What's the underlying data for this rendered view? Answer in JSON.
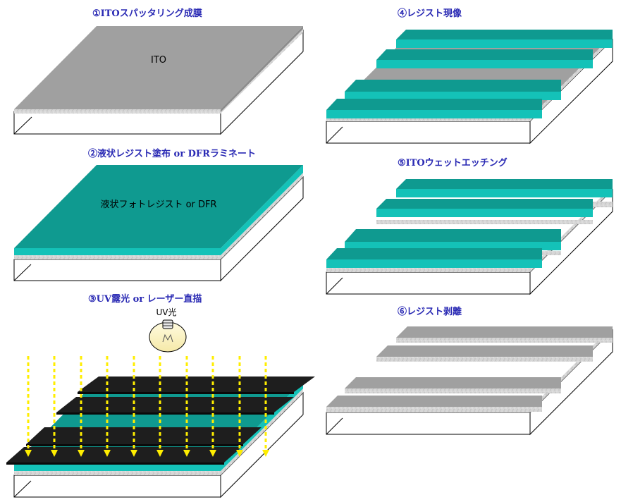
{
  "steps": [
    {
      "title": "①ITOスパッタリング成膜",
      "layer_label": "ITO"
    },
    {
      "title": "②液状レジスト塗布 or DFRラミネート",
      "layer_label": "液状フォトレジスト or DFR"
    },
    {
      "title": "③UV露光 or レーザー直描",
      "lamp_label": "UV光"
    },
    {
      "title": "④レジスト現像"
    },
    {
      "title": "⑤ITOウェットエッチング"
    },
    {
      "title": "⑥レジスト剥離"
    }
  ],
  "colors": {
    "ito_gray": "#a0a0a0",
    "resist_teal_top": "#0f9a90",
    "resist_teal_side": "#14c2b8",
    "mask_black": "#1e1e1e",
    "uv_yellow": "#ffee00",
    "title_blue": "#2a2ab4"
  }
}
